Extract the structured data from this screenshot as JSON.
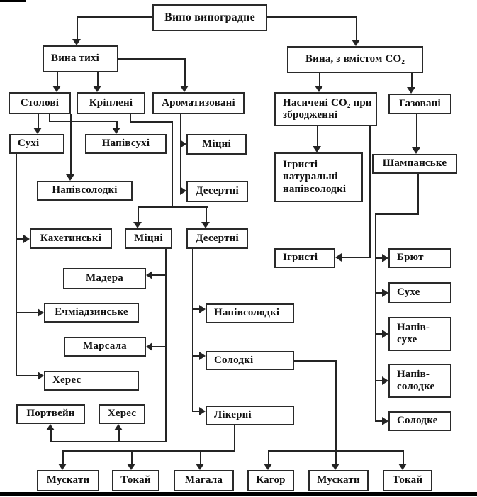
{
  "diagram": {
    "nodes": {
      "vyno": "Вино виноградне",
      "tykhi": "Вина тихі",
      "co2": "Вина, з вмістом CO₂",
      "stolovi": "Столові",
      "kripleni": "Кріплені",
      "aromat": "Ароматизовані",
      "nasycheni": "Насичені CO₂ при збродженні",
      "hazovani": "Газовані",
      "sukhi": "Сухі",
      "napivsukhi": "Напівсухі",
      "mitsni1": "Міцні",
      "napivsolodki1": "Напівсолодкі",
      "desertni1": "Десертні",
      "ihrysti_nat": "Ігристі натуральні напівсолодкі",
      "shampanske": "Шампанське",
      "kakhetynski": "Кахетинські",
      "mitsni2": "Міцні",
      "desertni2": "Десертні",
      "ihrysti": "Ігристі",
      "bryut": "Брют",
      "madera": "Мадера",
      "sukhe": "Сухе",
      "echmiadzynske": "Ечміадзинське",
      "napivsolodki2": "Напівсолодкі",
      "napivsukhe": "Напів-сухе",
      "marsala": "Марсала",
      "solodki": "Солодкі",
      "kheres1": "Херес",
      "napivsolodke": "Напів-солодке",
      "portveyn": "Портвейн",
      "kheres2": "Херес",
      "likerni": "Лікерні",
      "solodke": "Солодке",
      "muskaty1": "Мускати",
      "tokay1": "Токай",
      "mahala": "Магала",
      "kahor": "Кагор",
      "muskaty2": "Мускати",
      "tokay2": "Токай"
    },
    "edges": [
      [
        "vyno",
        "tykhi"
      ],
      [
        "vyno",
        "co2"
      ],
      [
        "tykhi",
        "stolovi"
      ],
      [
        "tykhi",
        "kripleni"
      ],
      [
        "tykhi",
        "aromat"
      ],
      [
        "co2",
        "nasycheni"
      ],
      [
        "co2",
        "hazovani"
      ],
      [
        "stolovi",
        "sukhi"
      ],
      [
        "stolovi",
        "napivsukhi"
      ],
      [
        "stolovi",
        "napivsolodki1"
      ],
      [
        "aromat",
        "mitsni1"
      ],
      [
        "aromat",
        "desertni1"
      ],
      [
        "kripleni",
        "mitsni2"
      ],
      [
        "kripleni",
        "desertni2"
      ],
      [
        "sukhi",
        "kakhetynski"
      ],
      [
        "sukhi",
        "echmiadzynske"
      ],
      [
        "sukhi",
        "kheres1"
      ],
      [
        "nasycheni",
        "ihrysti_nat"
      ],
      [
        "nasycheni",
        "ihrysti"
      ],
      [
        "hazovani",
        "shampanske"
      ],
      [
        "shampanske",
        "bryut"
      ],
      [
        "shampanske",
        "sukhe"
      ],
      [
        "shampanske",
        "napivsukhe"
      ],
      [
        "shampanske",
        "napivsolodke"
      ],
      [
        "shampanske",
        "solodke"
      ],
      [
        "mitsni2",
        "madera"
      ],
      [
        "mitsni2",
        "marsala"
      ],
      [
        "mitsni2",
        "portveyn"
      ],
      [
        "mitsni2",
        "kheres2"
      ],
      [
        "desertni2",
        "napivsolodki2"
      ],
      [
        "desertni2",
        "solodki"
      ],
      [
        "desertni2",
        "likerni"
      ],
      [
        "likerni",
        "muskaty1"
      ],
      [
        "likerni",
        "tokay1"
      ],
      [
        "likerni",
        "mahala"
      ],
      [
        "solodki",
        "kahor"
      ],
      [
        "solodki",
        "muskaty2"
      ],
      [
        "solodki",
        "tokay2"
      ]
    ],
    "colors": {
      "box_border": "#2a2a2a",
      "box_bg": "#ffffff",
      "line": "#242424",
      "frame": "#000000",
      "page_bg": "#ffffff"
    }
  }
}
